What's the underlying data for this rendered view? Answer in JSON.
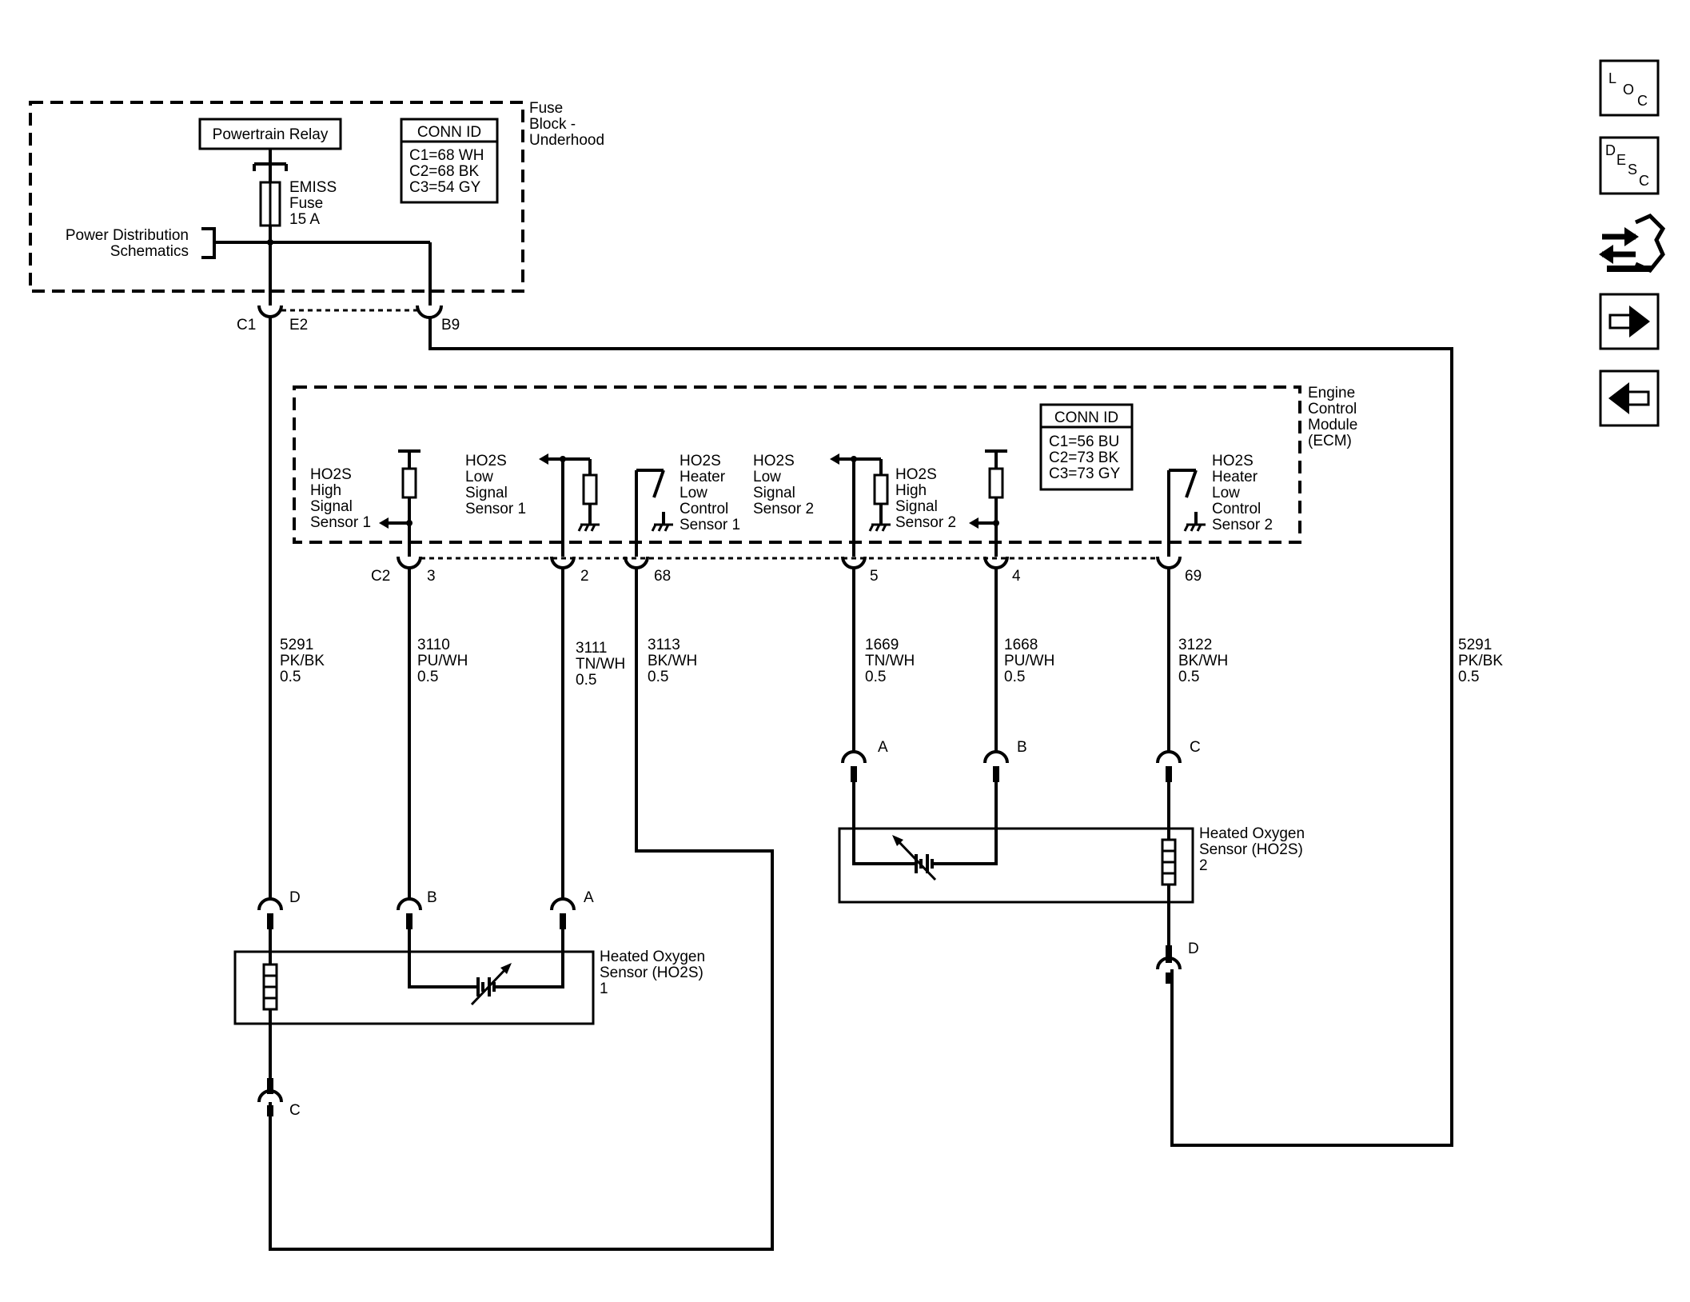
{
  "fuse_block": {
    "title_lines": [
      "Fuse",
      "Block -",
      "Underhood"
    ],
    "relay_label": "Powertrain Relay",
    "fuse_lines": [
      "EMISS",
      "Fuse",
      "15 A"
    ],
    "power_dist_lines": [
      "Power Distribution",
      "Schematics"
    ],
    "conn_id": {
      "title": "CONN ID",
      "lines": [
        "C1=68 WH",
        "C2=68 BK",
        "C3=54 GY"
      ]
    },
    "connector_labels": {
      "c1": "C1",
      "e2": "E2",
      "b9": "B9"
    }
  },
  "ecm": {
    "title_lines": [
      "Engine",
      "Control",
      "Module",
      "(ECM)"
    ],
    "conn_id": {
      "title": "CONN ID",
      "lines": [
        "C1=56 BU",
        "C2=73 BK",
        "C3=73 GY"
      ]
    },
    "circuit_labels": {
      "high1": [
        "HO2S",
        "High",
        "Signal",
        "Sensor 1"
      ],
      "low1": [
        "HO2S",
        "Low",
        "Signal",
        "Sensor 1"
      ],
      "heater1": [
        "HO2S",
        "Heater",
        "Low",
        "Control",
        "Sensor 1"
      ],
      "low2": [
        "HO2S",
        "Low",
        "Signal",
        "Sensor 2"
      ],
      "high2": [
        "HO2S",
        "High",
        "Signal",
        "Sensor 2"
      ],
      "heater2": [
        "HO2S",
        "Heater",
        "Low",
        "Control",
        "Sensor 2"
      ]
    },
    "connector": "C2",
    "pins": [
      "3",
      "2",
      "68",
      "5",
      "4",
      "69"
    ]
  },
  "wires": [
    {
      "circuit": "5291",
      "color": "PK/BK",
      "size": "0.5"
    },
    {
      "circuit": "3110",
      "color": "PU/WH",
      "size": "0.5"
    },
    {
      "circuit": "3111",
      "color": "TN/WH",
      "size": "0.5"
    },
    {
      "circuit": "3113",
      "color": "BK/WH",
      "size": "0.5"
    },
    {
      "circuit": "1669",
      "color": "TN/WH",
      "size": "0.5"
    },
    {
      "circuit": "1668",
      "color": "PU/WH",
      "size": "0.5"
    },
    {
      "circuit": "3122",
      "color": "BK/WH",
      "size": "0.5"
    },
    {
      "circuit": "5291",
      "color": "PK/BK",
      "size": "0.5"
    }
  ],
  "sensor1": {
    "label_lines": [
      "Heated Oxygen",
      "Sensor (HO2S)",
      "1"
    ],
    "pins": {
      "d": "D",
      "b": "B",
      "a": "A",
      "c": "C"
    }
  },
  "sensor2": {
    "label_lines": [
      "Heated Oxygen",
      "Sensor (HO2S)",
      "2"
    ],
    "pins": {
      "a": "A",
      "b": "B",
      "c": "C",
      "d": "D"
    }
  },
  "nav": {
    "loc": [
      "L",
      "O",
      "C"
    ],
    "desc": [
      "D",
      "E",
      "S",
      "C"
    ]
  }
}
